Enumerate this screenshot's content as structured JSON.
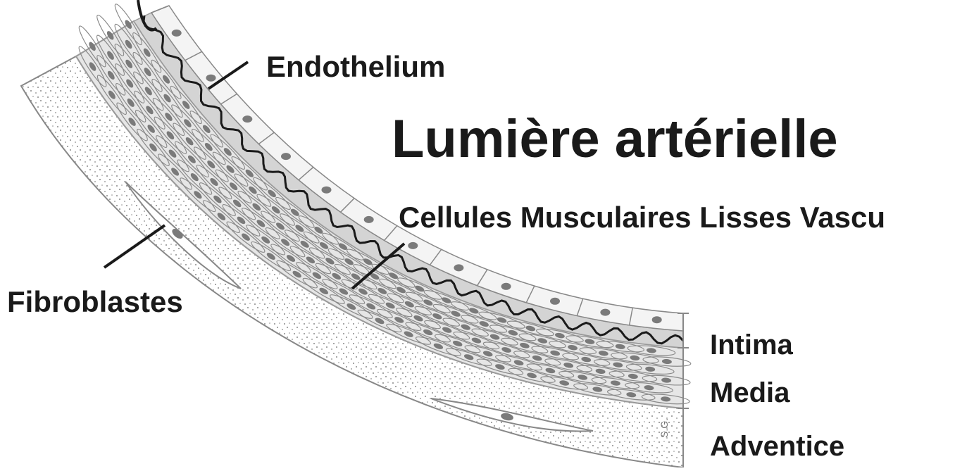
{
  "title": "Lumière artérielle",
  "labels": {
    "endothelium": "Endothelium",
    "smooth_muscle": "Cellules Musculaires Lisses Vascu",
    "fibroblasts": "Fibroblastes",
    "intima": "Intima",
    "media": "Media",
    "adventitia": "Adventice",
    "signature": "S.G."
  },
  "colors": {
    "line": "#1a1a1a",
    "tissue": "#e6e6e6",
    "intima_fill": "#cfcfcf",
    "adventitia_fill": "#ffffff",
    "nucleus": "#7a7a7a",
    "stipple": "#8a8a8a"
  }
}
